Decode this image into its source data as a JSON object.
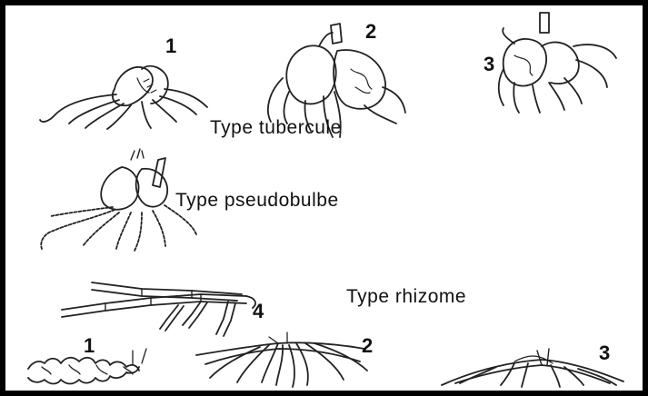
{
  "colors": {
    "ink": "#222222",
    "frame": "#000000",
    "background": "#ffffff"
  },
  "groups": [
    {
      "type_label": "Type tubercule",
      "items": [
        "1",
        "2",
        "3"
      ]
    },
    {
      "type_label": "Type pseudobulbe",
      "items": []
    },
    {
      "type_label": "Type rhizome",
      "items": [
        "4"
      ]
    }
  ],
  "bottom_row": {
    "items": [
      "1",
      "2",
      "3"
    ]
  }
}
